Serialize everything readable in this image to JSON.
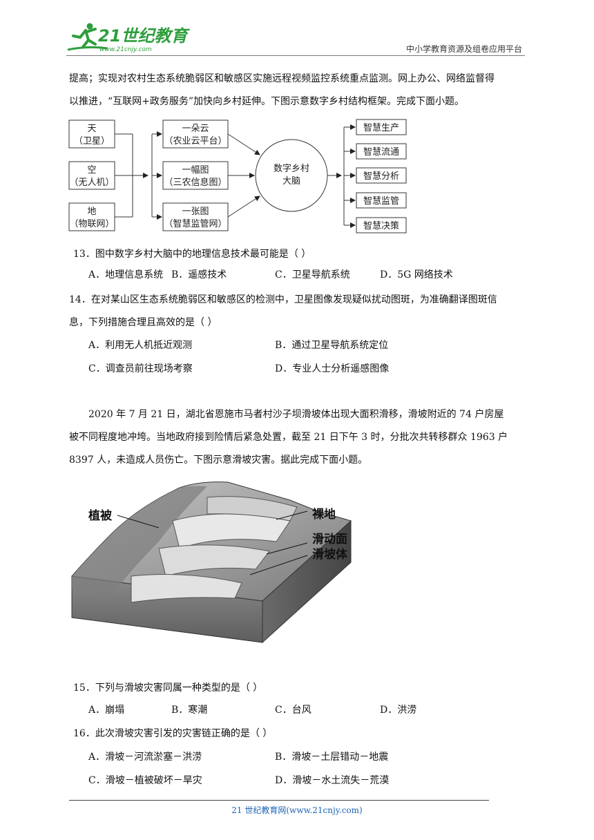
{
  "header": {
    "logo_text": "21世纪教育",
    "logo_url": "www.21cnjy.com",
    "site_name": "中小学教育资源及组卷应用平台"
  },
  "passage1": {
    "line1": "提高；实现对农村生态系统脆弱区和敏感区实施远程视频监控系统重点监测。网上办公、网络监督得",
    "line2": "以推进，“互联网+政务服务”加快向乡村延伸。下图示意数字乡村结构框架。完成下面小题。"
  },
  "diagram": {
    "left_boxes": [
      {
        "line1": "天",
        "line2": "（卫星）"
      },
      {
        "line1": "空",
        "line2": "（无人机）"
      },
      {
        "line1": "地",
        "line2": "（物联网）"
      }
    ],
    "middle_boxes": [
      {
        "line1": "一朵云",
        "line2": "（农业云平台）"
      },
      {
        "line1": "一幅图",
        "line2": "（三农信息图）"
      },
      {
        "line1": "一张图",
        "line2": "（智慧监管网）"
      }
    ],
    "center": {
      "line1": "数字乡村",
      "line2": "大脑"
    },
    "right_boxes": [
      "智慧生产",
      "智慧流通",
      "智慧分析",
      "智慧监管",
      "智慧决策"
    ]
  },
  "q13": {
    "stem": "13．图中数字乡村大脑中的地理信息技术最可能是（    ）",
    "options": [
      "A．地理信息系统",
      "B．遥感技术",
      "C．卫星导航系统",
      "D．5G 网络技术"
    ]
  },
  "q14": {
    "stem_line1": "14．在对某山区生态系统脆弱区和敏感区的检测中，卫星图像发现疑似扰动图斑，为准确翻译图斑信",
    "stem_line2": "息，下列措施合理且高效的是（    ）",
    "options": [
      "A．利用无人机抵近观测",
      "B．通过卫星导航系统定位",
      "C．调查员前往现场考察",
      "D．专业人士分析遥感图像"
    ]
  },
  "passage2": {
    "line1": "2020 年 7 月 21 日，湖北省恩施市马者村沙子坝滑坡体出现大面积滑移，滑坡附近的 74 户房屋",
    "line2": "被不同程度地冲垮。当地政府接到险情后紧急处置，截至 21 日下午 3 时，分批次共转移群众 1963 户",
    "line3": "8397 人，未造成人员伤亡。下图示意滑坡灾害。据此完成下面小题。"
  },
  "landslide": {
    "label_vegetation": "植被",
    "label_bare": "裸地",
    "label_slip_surface": "滑动面",
    "label_slide_body": "滑坡体"
  },
  "q15": {
    "stem": "15．下列与滑坡灾害同属一种类型的是（    ）",
    "options": [
      "A．崩塌",
      "B．寒潮",
      "C．台风",
      "D．洪涝"
    ]
  },
  "q16": {
    "stem": "16．此次滑坡灾害引发的灾害链正确的是（    ）",
    "options": [
      "A．滑坡－河流淤塞－洪涝",
      "B．滑坡－土层错动－地震",
      "C．滑坡－植被破坏－旱灾",
      "D．滑坡－水土流失－荒漠"
    ]
  },
  "footer": {
    "text": "21 世纪教育网(www.21cnjy.com)"
  }
}
